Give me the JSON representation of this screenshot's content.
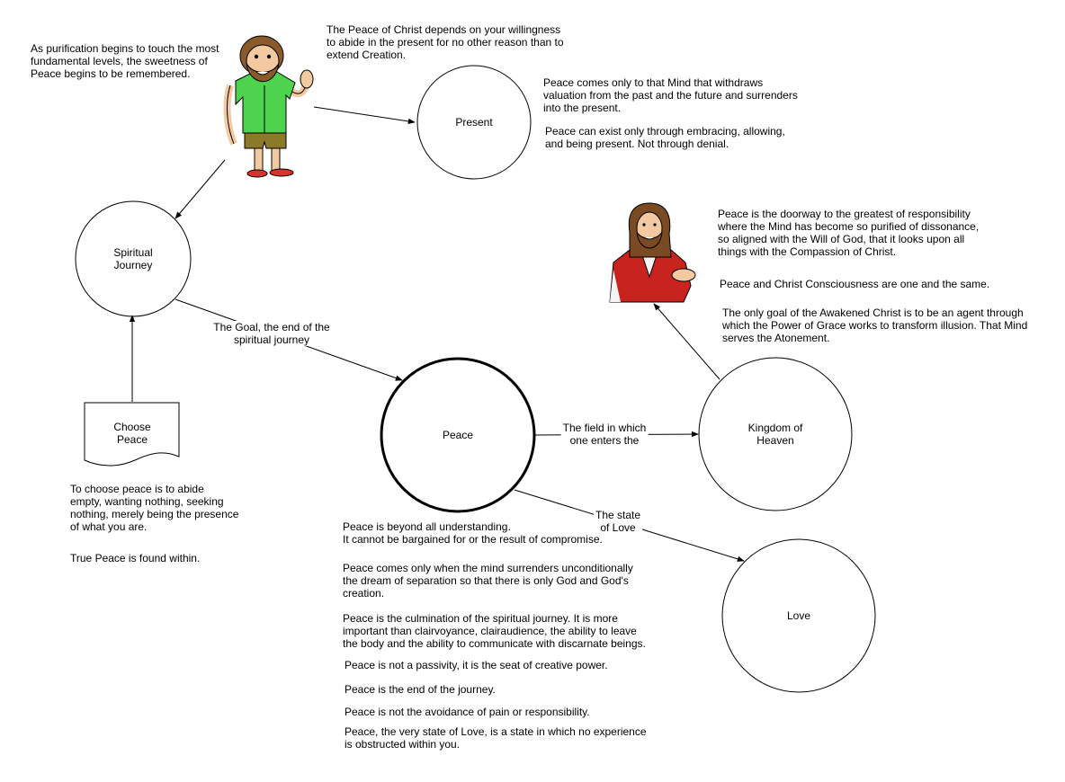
{
  "nodes": {
    "present": "Present",
    "spiritual_journey": "Spiritual\nJourney",
    "choose_peace": "Choose\nPeace",
    "peace": "Peace",
    "kingdom": "Kingdom of\nHeaven",
    "love": "Love"
  },
  "edges": {
    "goal": "The Goal, the end of the\nspiritual journey",
    "field": "The field in which\none enters the",
    "state": "The state\nof Love"
  },
  "notes": {
    "purification": "As purification begins to touch the most\nfundamental levels, the sweetness of\nPeace begins to be remembered.",
    "peace_of_christ": "The Peace of Christ depends on your willingness\nto abide in the present for no other reason than to\nextend Creation.",
    "present_1": "Peace comes only to that Mind that withdraws\nvaluation from the past and the future and surrenders\ninto the present.",
    "present_2": "Peace can exist only through embracing, allowing,\nand being present. Not through denial.",
    "doorway": "Peace is the doorway to the greatest of responsibility\nwhere the Mind has become so purified of dissonance,\nso aligned with the Will of God, that it looks upon all\nthings with the Compassion of Christ.",
    "christ_consciousness": "Peace and Christ Consciousness are one and the same.",
    "awakened": "The only goal of the Awakened Christ is to be an agent through\nwhich the Power of Grace works to transform illusion. That Mind\nserves the Atonement.",
    "choose_1": "To choose peace is to abide\nempty, wanting nothing, seeking\nnothing, merely being the presence\nof what you are.",
    "choose_2": "True Peace is found within.",
    "peace_1": "Peace is beyond all understanding.\nIt cannot be bargained for or the result of compromise.",
    "peace_2": "Peace comes only when the mind surrenders unconditionally\nthe dream of separation so that there is only God and God's\ncreation.",
    "peace_3": "Peace is the culmination of the spiritual journey. It is more\nimportant than clairvoyance, clairaudience, the ability to leave\nthe body and the ability to communicate with discarnate beings.",
    "peace_4": "Peace is not a passivity, it is the seat of creative power.",
    "peace_5": "Peace is the end of the journey.",
    "peace_6": "Peace is not the avoidance of pain or responsibility.",
    "peace_7": "Peace, the very state of Love, is a state in which no experience\nis obstructed within you."
  },
  "icons": {
    "bearded_man": "bearded-man-waving-icon",
    "jesus": "jesus-figure-icon"
  },
  "colors": {
    "shirt": "#4ed34e",
    "shorts": "#8a7a2a",
    "hair": "#8b5a2b",
    "skin": "#f2c9a0",
    "robe": "#c8231e",
    "sandal": "#d8342c"
  }
}
